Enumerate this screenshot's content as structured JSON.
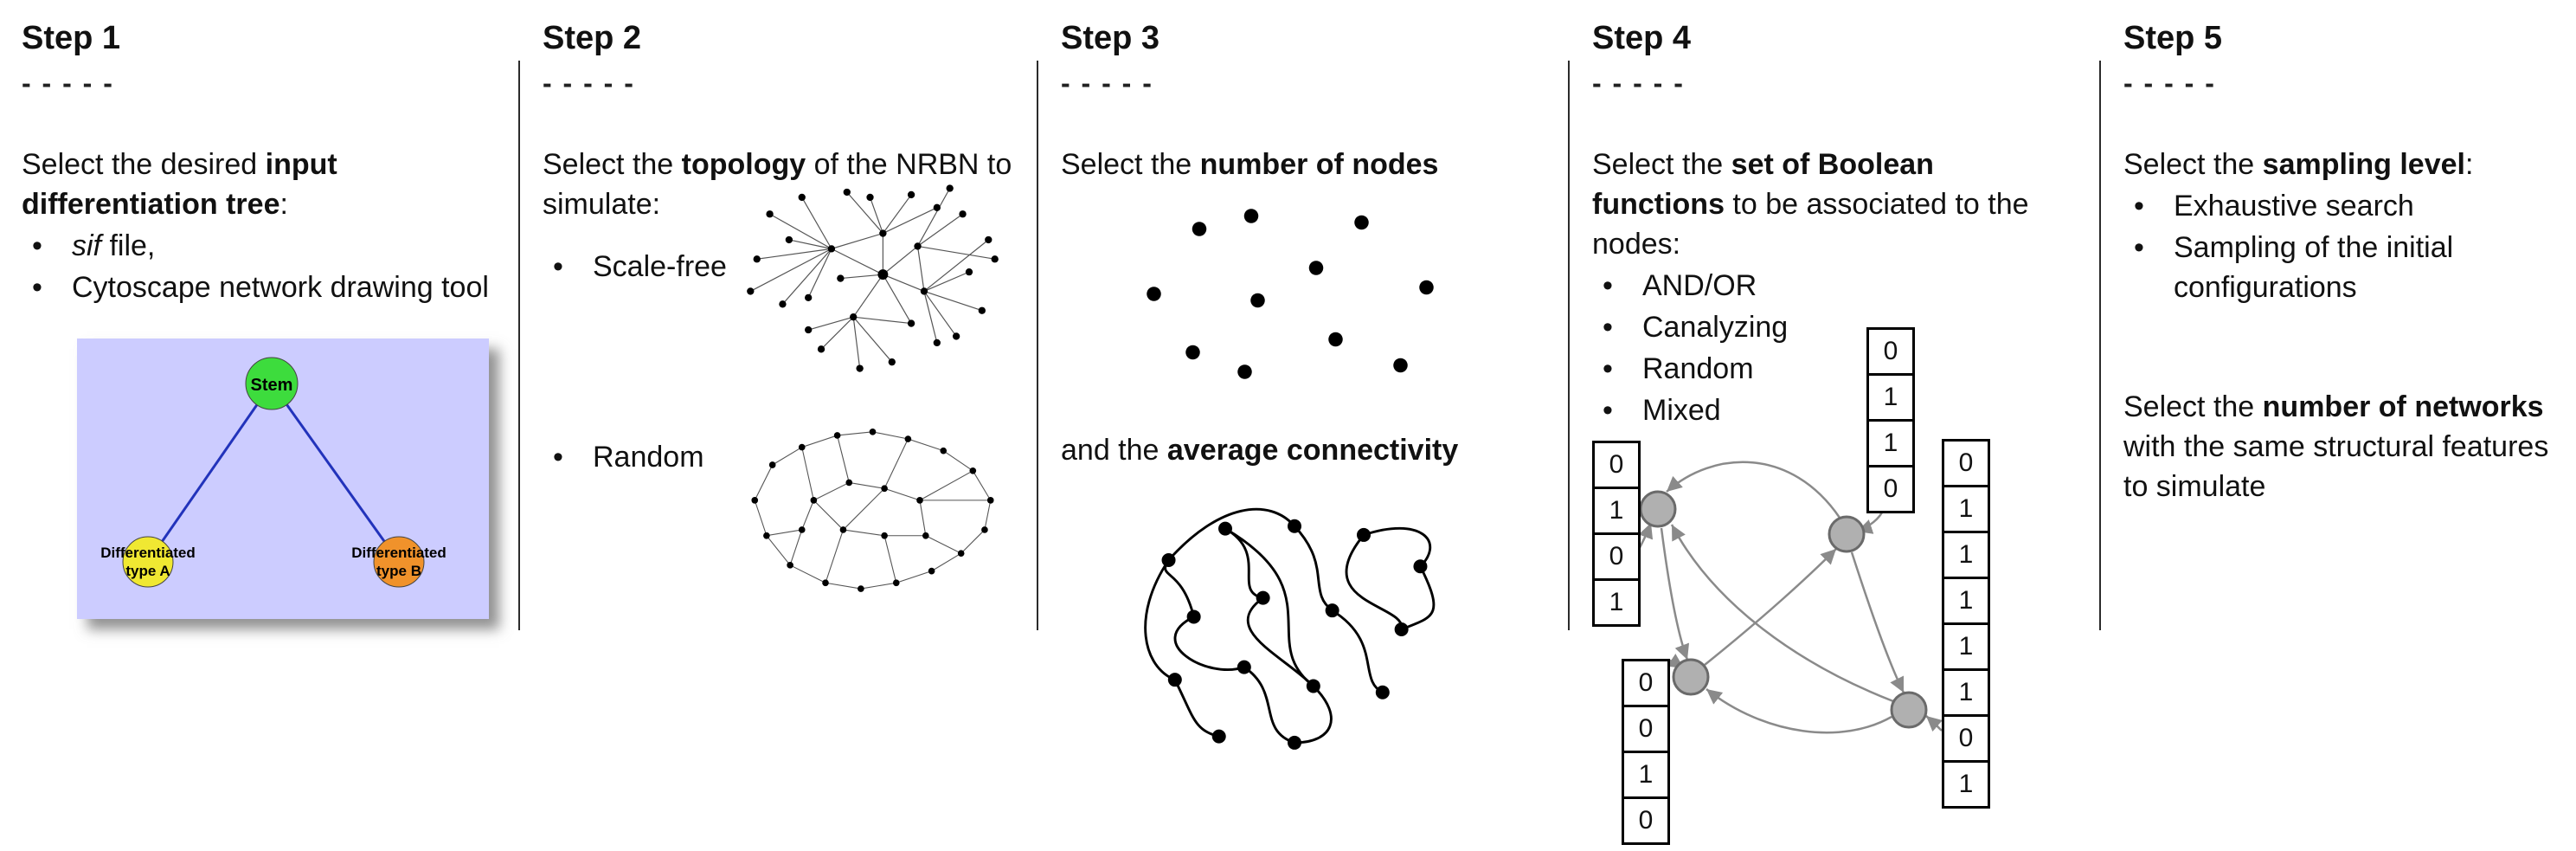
{
  "ui": {
    "bullet": "•"
  },
  "steps": {
    "step1": {
      "title": "Step 1",
      "dashes": "- - - - -",
      "intro": {
        "pre": "Select the desired ",
        "bold": "input differentiation tree",
        "post": ":"
      },
      "bullet1": {
        "italic": "sif",
        "rest": " file,"
      },
      "bullet2": "Cytoscape network drawing tool",
      "tree": {
        "stem": "Stem",
        "node_a_line1": "Differentiated",
        "node_a_line2": "type A",
        "node_b_line1": "Differentiated",
        "node_b_line2": "type B"
      },
      "colors": {
        "tree_background": "#ccccff",
        "stem_fill": "#3ddc3d",
        "type_a_fill": "#f0e832",
        "type_b_fill": "#f0922b",
        "edge": "#2233bb"
      }
    },
    "step2": {
      "title": "Step 2",
      "dashes": "- - - - -",
      "intro": {
        "pre": "Select the ",
        "bold": "topology",
        "post": " of the NRBN to simulate:"
      },
      "bullet1": "Scale-free",
      "bullet2": "Random"
    },
    "step3": {
      "title": "Step 3",
      "dashes": "- - - - -",
      "line1": {
        "pre": "Select the ",
        "bold": "number of nodes",
        "post": ""
      },
      "line2": {
        "pre": "and the ",
        "bold": "average connectivity",
        "post": ""
      }
    },
    "step4": {
      "title": "Step 4",
      "dashes": "- - - - -",
      "intro": {
        "pre": "Select the ",
        "bold": "set of Boolean functions",
        "post": " to be associated to the nodes:"
      },
      "bullet1": "AND/OR",
      "bullet2": "Canalyzing",
      "bullet3": "Random",
      "bullet4": "Mixed",
      "truth_tables": {
        "left": [
          "0",
          "1",
          "0",
          "1"
        ],
        "top": [
          "0",
          "1",
          "1",
          "0"
        ],
        "bottom": [
          "0",
          "0",
          "1",
          "0"
        ],
        "right": [
          "0",
          "1",
          "1",
          "1",
          "1",
          "1",
          "0",
          "1"
        ]
      }
    },
    "step5": {
      "title": "Step 5",
      "dashes": "- - - - -",
      "intro": {
        "pre": "Select the ",
        "bold": "sampling level",
        "post": ":"
      },
      "bullet1": "Exhaustive search",
      "bullet2": "Sampling of the initial configurations",
      "second": {
        "pre": "Select the ",
        "bold": "number of networks",
        "post": " with the same structural features to simulate"
      }
    }
  }
}
